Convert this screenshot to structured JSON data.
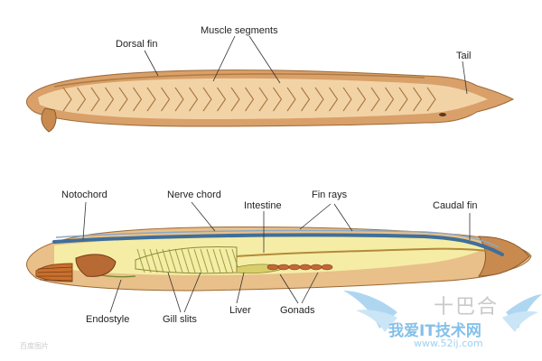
{
  "diagram": {
    "labels": {
      "dorsal_fin": "Dorsal fin",
      "muscle_segments": "Muscle segments",
      "tail": "Tail",
      "notochord": "Notochord",
      "nerve_chord": "Nerve chord",
      "intestine": "Intestine",
      "fin_rays": "Fin rays",
      "caudal_fin": "Caudal fin",
      "endostyle": "Endostyle",
      "gill_slits": "Gill slits",
      "liver": "Liver",
      "gonads": "Gonads"
    }
  },
  "watermark": {
    "logo_text": "十巴合",
    "site_name": "我爱IT技术网",
    "site_url": "www.52ij.com",
    "corner_text": "百度图片"
  },
  "colors": {
    "body_outer": "#d9a06a",
    "body_inner": "#f2d3a6",
    "muscle_stroke": "#a8773f",
    "notochord": "#3f6f9a",
    "digestive": "#f5eda6",
    "gill": "#cfd77a",
    "gonad": "#c0683a",
    "watermark": "#6fb6e6"
  }
}
